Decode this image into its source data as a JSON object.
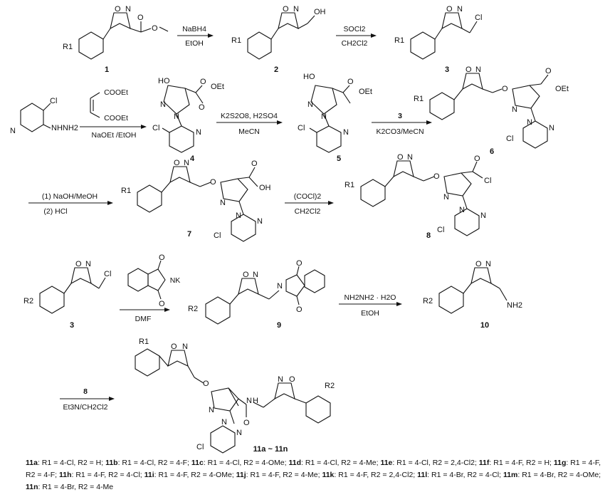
{
  "compounds": {
    "c1": "1",
    "c2": "2",
    "c3": "3",
    "c3b": "3",
    "c4": "4",
    "c5": "5",
    "c6": "6",
    "c7": "7",
    "c8": "8",
    "c8b": "8",
    "c9": "9",
    "c10": "10",
    "c11": "11a ~ 11n"
  },
  "reagents": {
    "r1_top": "NaBH4",
    "r1_bottom": "EtOH",
    "r2_top": "SOCl2",
    "r2_bottom": "CH2Cl2",
    "r3_top": "COOEt",
    "r3_mid": "COOEt",
    "r3_bottom": "NaOEt /EtOH",
    "r4_top": "K2S2O8, H2SO4",
    "r4_bottom": "MeCN",
    "r5_top": "3",
    "r5_bottom": "K2CO3/MeCN",
    "r6_top": "(1) NaOH/MeOH",
    "r6_bottom": "(2) HCl",
    "r7_top": "(COCl)2",
    "r7_bottom": "CH2Cl2",
    "r8_top": "NK",
    "r8_bottom": "DMF",
    "r9_top": "NH2NH2 · H2O",
    "r9_bottom": "EtOH",
    "r10_top": "8",
    "r10_bottom": "Et3N/CH2Cl2"
  },
  "atoms": {
    "R1": "R1",
    "R2": "R2",
    "O": "O",
    "N": "N",
    "OH": "OH",
    "HO": "HO",
    "Cl": "Cl",
    "OEt": "OEt",
    "NHNH2": "NHNH2",
    "NH2": "NH2",
    "H": "H",
    "NK": "NK",
    "N_O": "N–O",
    "O_N": "O–N"
  },
  "legend": [
    {
      "id": "11a",
      "text": ": R1 = 4-Cl, R2 = H; "
    },
    {
      "id": "11b",
      "text": ": R1 = 4-Cl, R2 = 4-F; "
    },
    {
      "id": "11c",
      "text": ": R1 = 4-Cl, R2 = 4-OMe; "
    },
    {
      "id": "11d",
      "text": ": R1 = 4-Cl, R2 = 4-Me; "
    },
    {
      "id": "11e",
      "text": ": R1 = 4-Cl, R2 = 2,4-Cl2; "
    },
    {
      "id": "11f",
      "text": ": R1 = 4-F, R2 = H; "
    },
    {
      "id": "11g",
      "text": ": R1 = 4-F, R2 = 4-F; "
    },
    {
      "id": "11h",
      "text": ": R1 = 4-F, R2 = 4-Cl; "
    },
    {
      "id": "11i",
      "text": ": R1 = 4-F, R2 = 4-OMe; "
    },
    {
      "id": "11j",
      "text": ": R1 = 4-F, R2 = 4-Me; "
    },
    {
      "id": "11k",
      "text": ": R1 = 4-F, R2 = 2,4-Cl2; "
    },
    {
      "id": "11l",
      "text": ": R1 = 4-Br, R2 = 4-Cl; "
    },
    {
      "id": "11m",
      "text": ": R1 = 4-Br, R2 = 4-OMe; "
    },
    {
      "id": "11n",
      "text": ": R1 = 4-Br, R2 = 4-Me"
    }
  ]
}
